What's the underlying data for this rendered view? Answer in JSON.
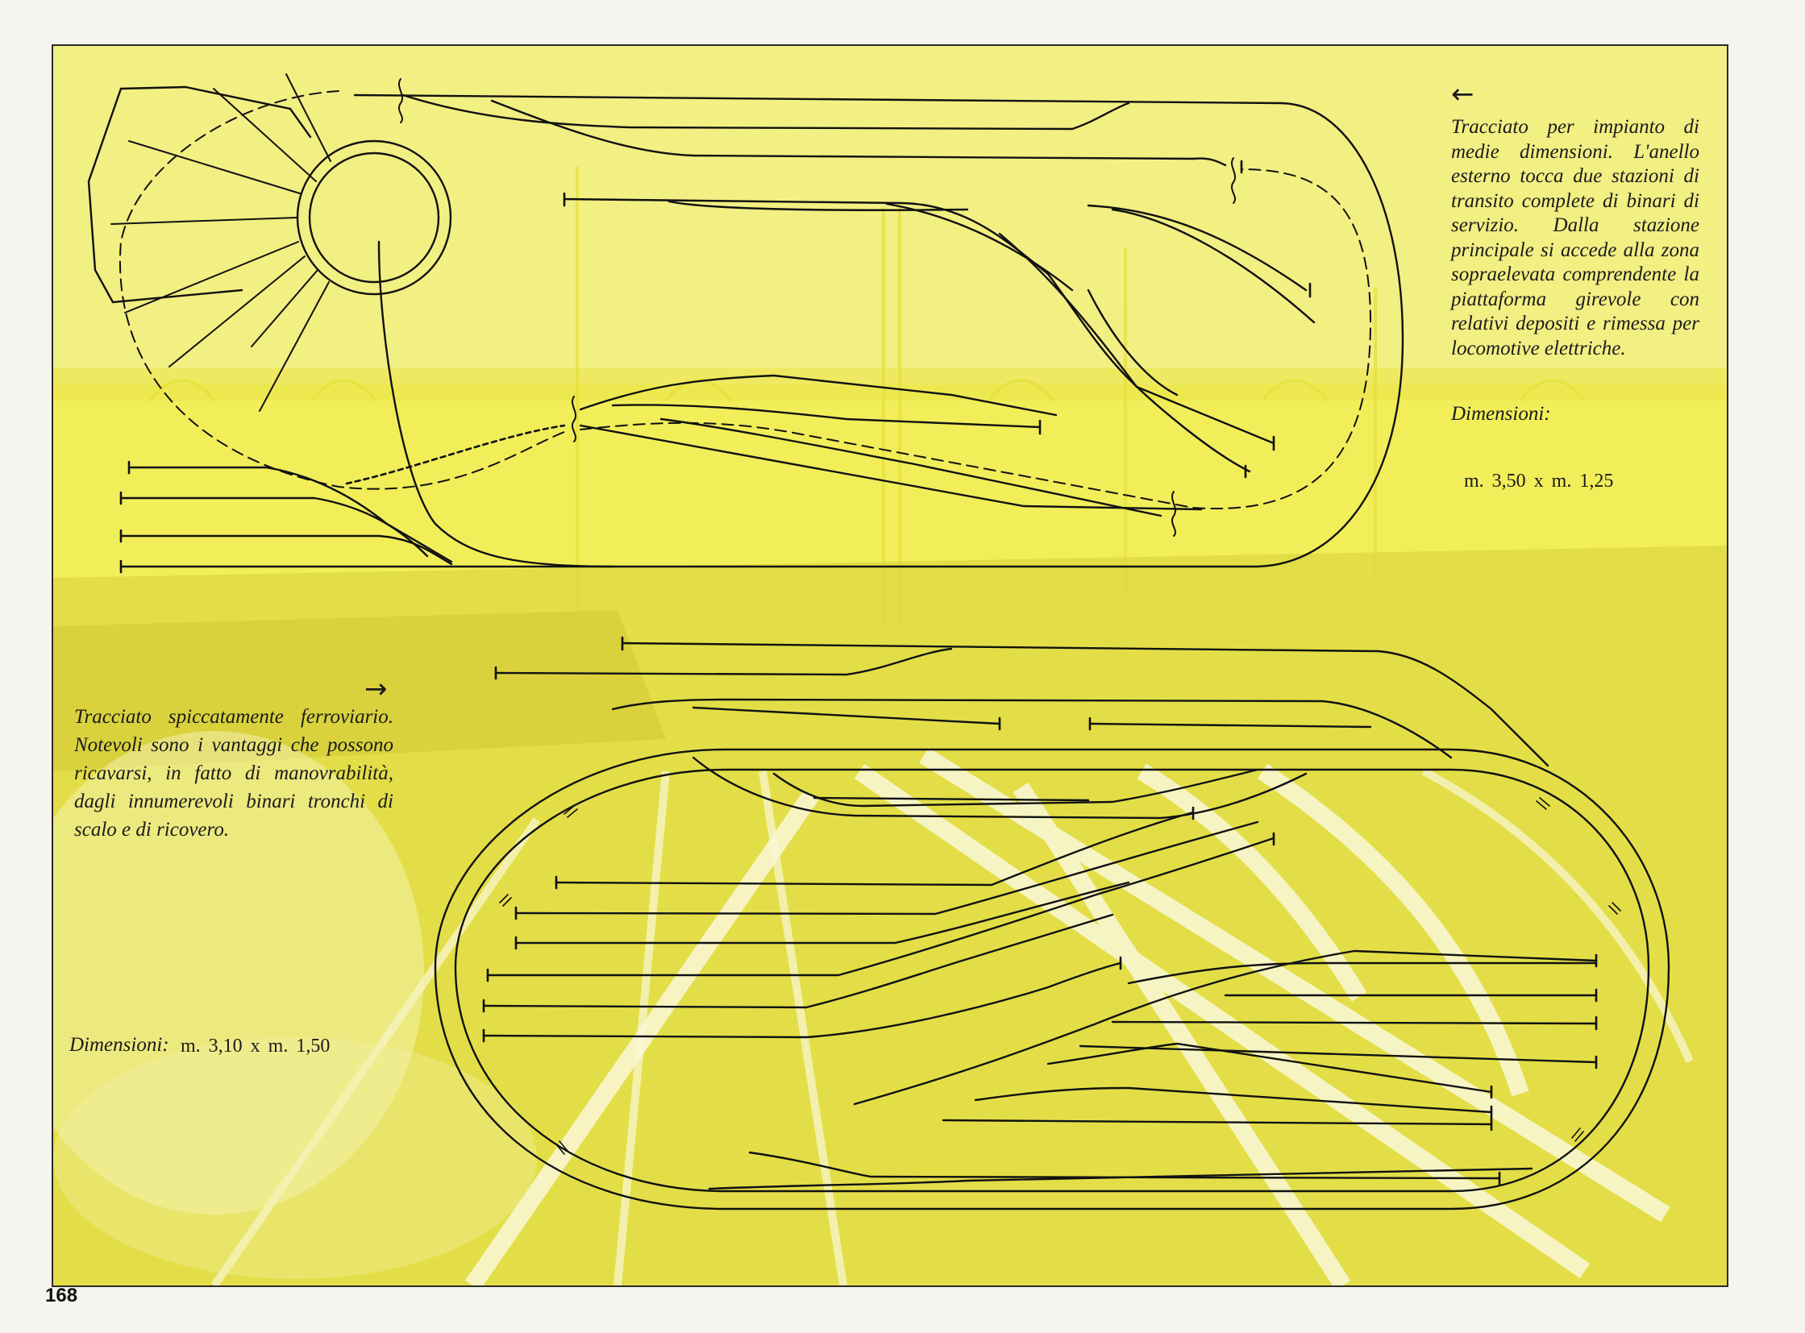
{
  "top_layout": {
    "arrow": "←",
    "description": "Tracciato per impianto di medie dimensioni. L'anello esterno tocca due stazioni di transito complete di binari di servizio. Dalla stazione principale si accede alla zona sopraelevata comprendente la piattaforma girevole con relativi depositi e rimessa per locomotive elettriche.",
    "dimensions_label": "Dimensioni:",
    "dimensions_value": "m. 3,50 x m. 1,25"
  },
  "bottom_layout": {
    "arrow": "→",
    "description": "Tracciato spiccatamente ferroviario. Notevoli sono i vantaggi che possono ricavarsi, in fatto di manovrabilità, dagli innumerevoli binari tronchi di scalo e di ricovero.",
    "dimensions_label": "Dimensioni:",
    "dimensions_value": "m. 3,10 x m. 1,50"
  },
  "page_number": "168",
  "colors": {
    "paper": "#f6f4ee",
    "panel_yellow": "#f1ee5a",
    "photo_light": "#f7f4c8",
    "photo_dark": "#d8d23c",
    "track_ink": "#111111"
  },
  "icons": [
    "left-arrow-icon",
    "right-arrow-icon",
    "turntable-icon"
  ]
}
